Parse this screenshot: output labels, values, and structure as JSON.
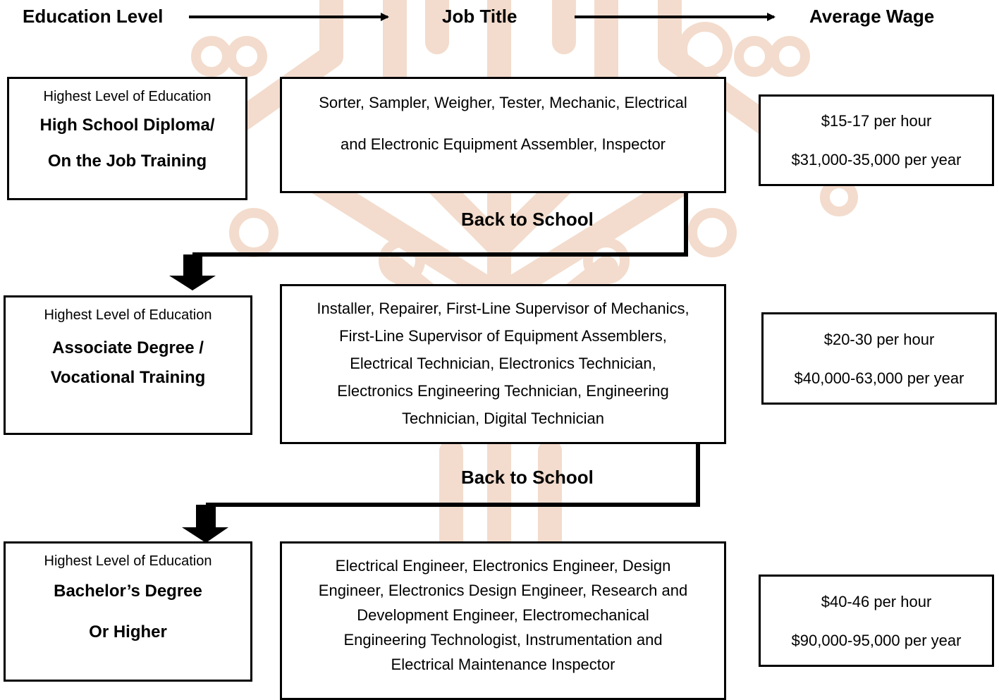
{
  "headers": {
    "education": "Education Level",
    "job": "Job Title",
    "wage": "Average Wage"
  },
  "back_to_school": "Back to School",
  "tiers": [
    {
      "education_label": "Highest Level of Education",
      "education_line1": "High School  Diploma/",
      "education_line2": "On the Job Training",
      "jobs_line1": "Sorter, Sampler, Weigher, Tester, Mechanic, Electrical",
      "jobs_line2": "and Electronic Equipment Assembler, Inspector",
      "wage_hour": "$15-17 per hour",
      "wage_year": "$31,000-35,000 per year"
    },
    {
      "education_label": "Highest Level of Education",
      "education_line1": "Associate Degree /",
      "education_line2": "Vocational Training",
      "jobs_lines": [
        "Installer, Repairer, First-Line Supervisor of Mechanics,",
        "First-Line Supervisor of Equipment Assemblers,",
        "Electrical Technician, Electronics Technician,",
        "Electronics Engineering Technician, Engineering",
        "Technician, Digital Technician"
      ],
      "wage_hour": "$20-30 per hour",
      "wage_year": "$40,000-63,000 per year"
    },
    {
      "education_label": "Highest Level of Education",
      "education_line1": "Bachelor’s Degree",
      "education_line2": "Or Higher",
      "jobs_lines": [
        "Electrical Engineer, Electronics Engineer,   Design",
        "Engineer, Electronics Design Engineer, Research and",
        "Development Engineer, Electromechanical",
        "Engineering Technologist, Instrumentation and",
        "Electrical Maintenance Inspector"
      ],
      "wage_hour": "$40-46 per hour",
      "wage_year": "$90,000-95,000 per year"
    }
  ],
  "colors": {
    "watermark": "#f3dccd",
    "line": "#000000"
  }
}
